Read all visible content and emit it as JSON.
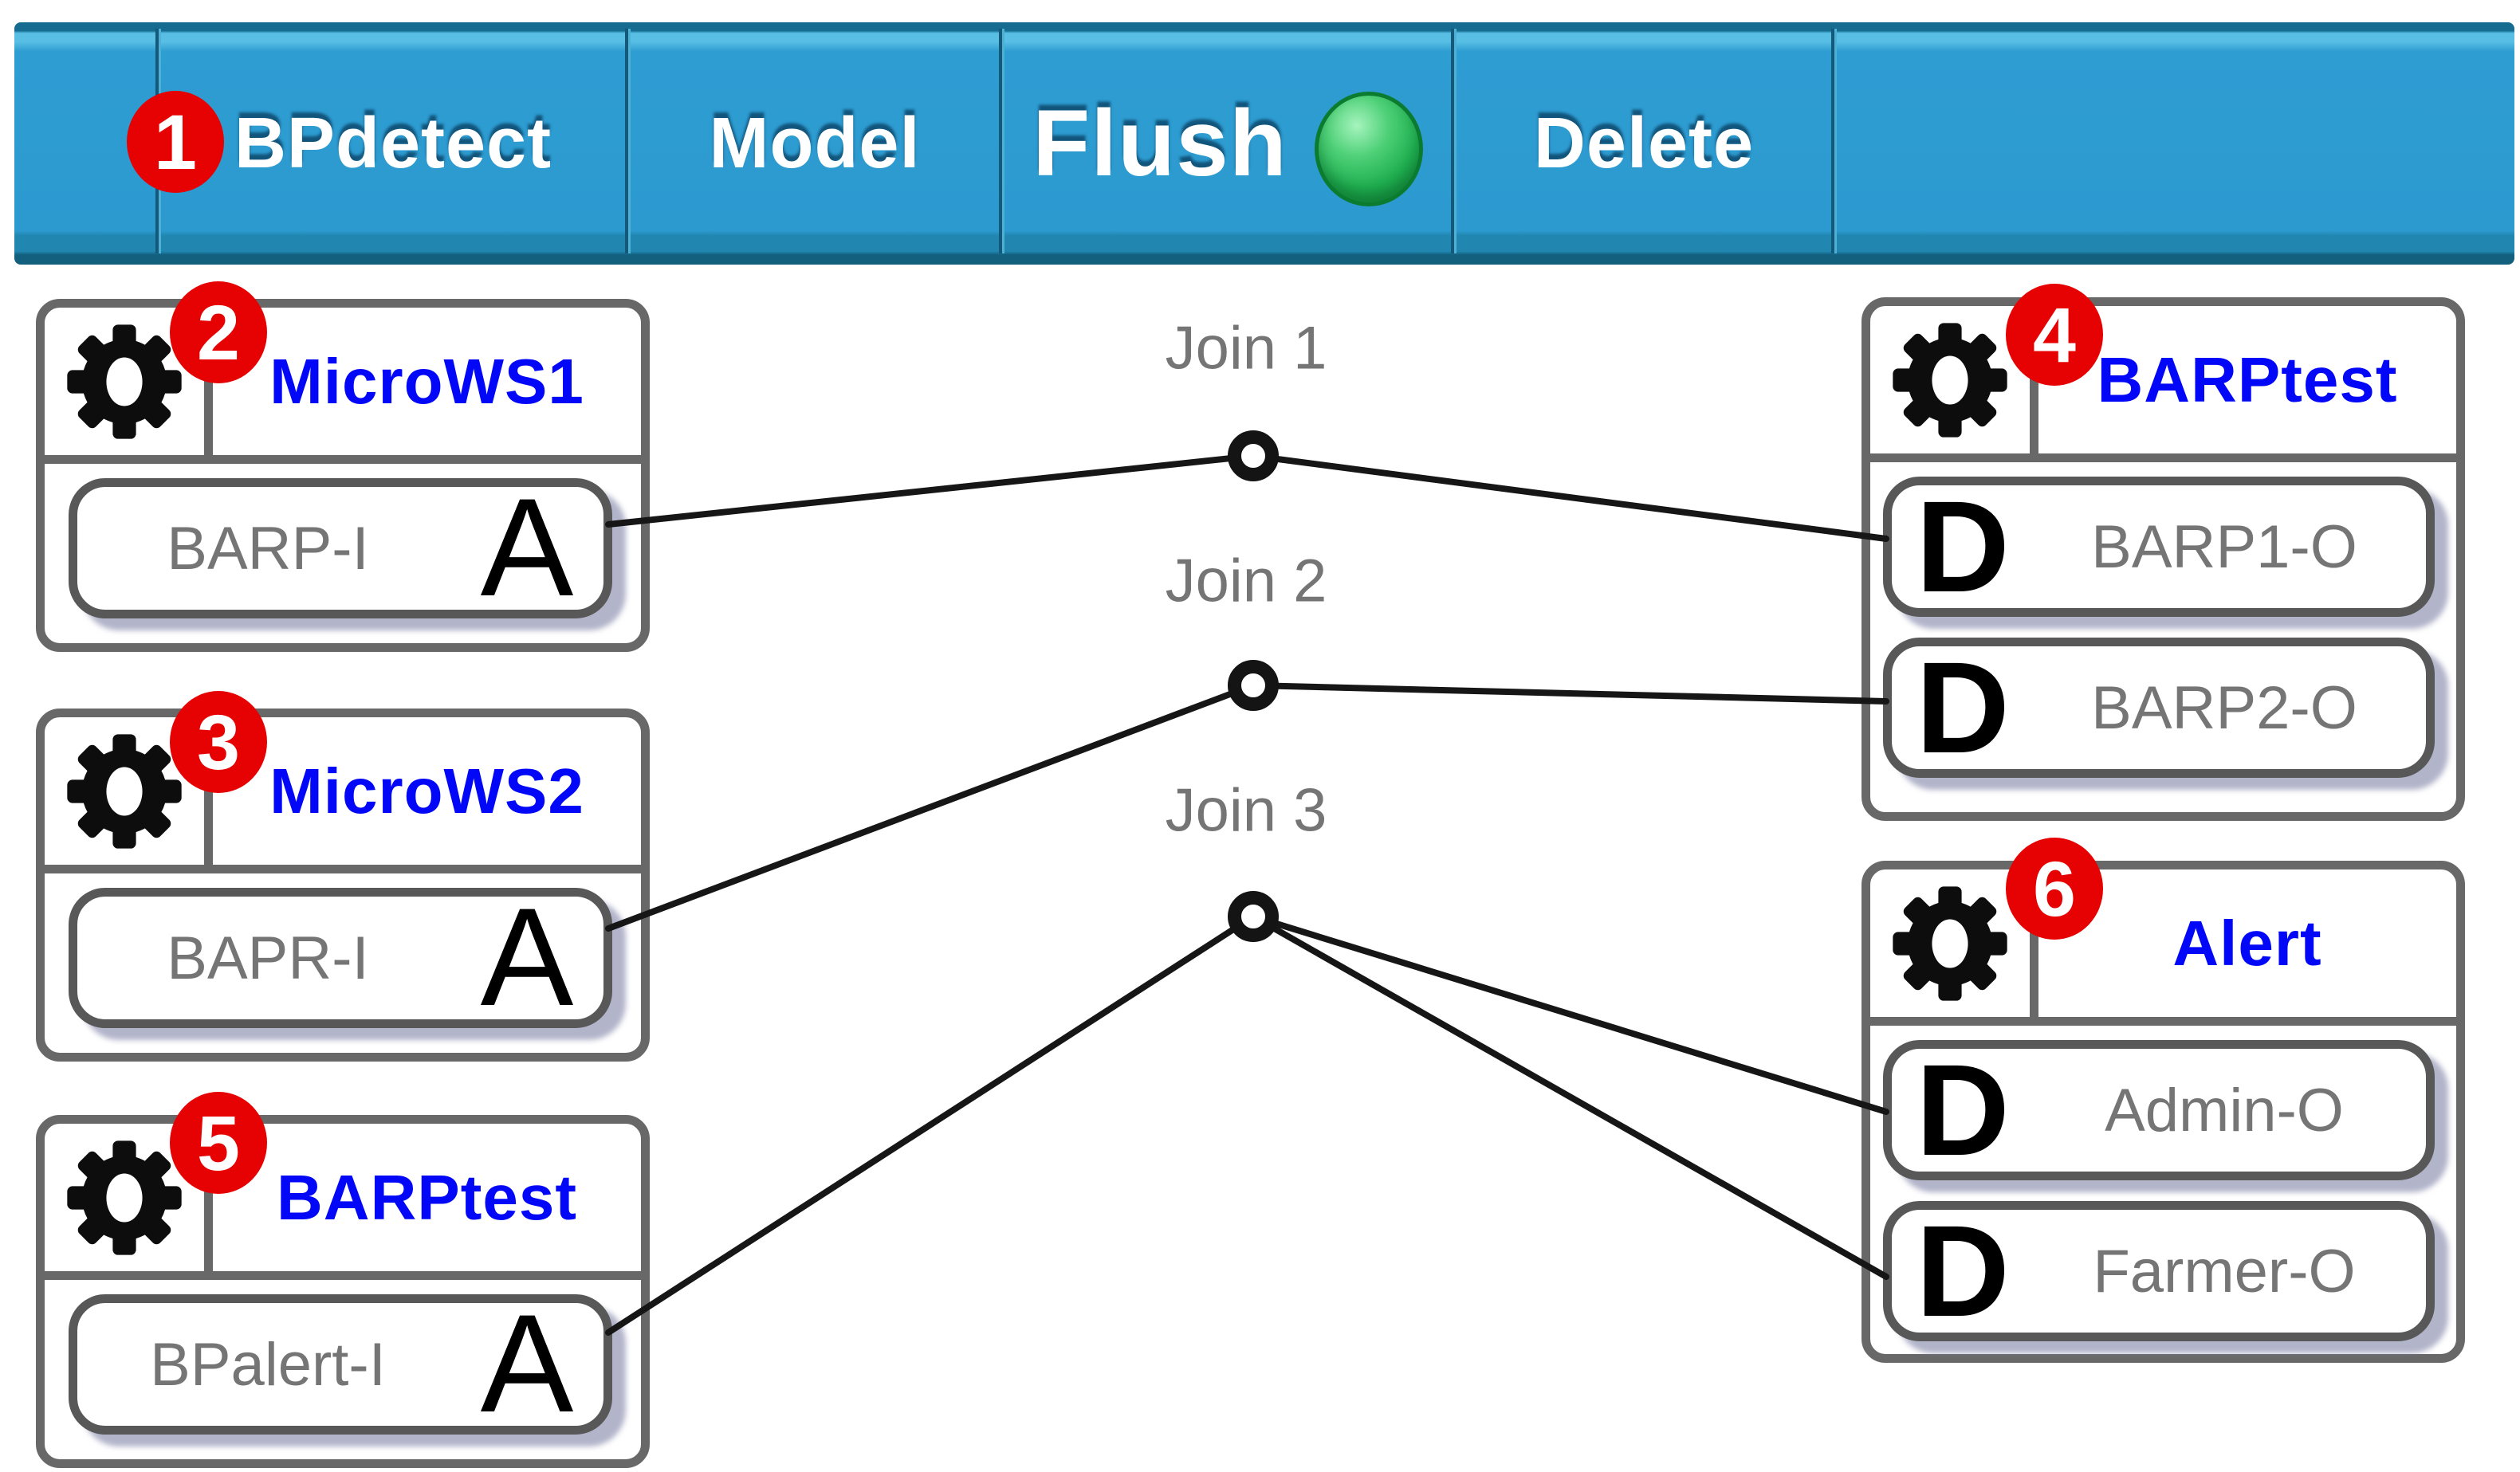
{
  "toolbar": {
    "badge": "1",
    "tabs": [
      {
        "label": "BPdetect"
      },
      {
        "label": "Model"
      },
      {
        "label": "Flush",
        "status_indicator": "green"
      },
      {
        "label": "Delete"
      }
    ]
  },
  "joins": [
    {
      "label": "Join 1"
    },
    {
      "label": "Join 2"
    },
    {
      "label": "Join 3"
    }
  ],
  "nodes": [
    {
      "badge": "2",
      "title": "MicroWS1",
      "ports": [
        {
          "letter": "A",
          "label": "BARP-I"
        }
      ]
    },
    {
      "badge": "3",
      "title": "MicroWS2",
      "ports": [
        {
          "letter": "A",
          "label": "BAPR-I"
        }
      ]
    },
    {
      "badge": "5",
      "title": "BARPtest",
      "ports": [
        {
          "letter": "A",
          "label": "BPalert-I"
        }
      ]
    },
    {
      "badge": "4",
      "title": "BARPtest",
      "ports": [
        {
          "letter": "D",
          "label": "BARP1-O"
        },
        {
          "letter": "D",
          "label": "BARP2-O"
        }
      ]
    },
    {
      "badge": "6",
      "title": "Alert",
      "ports": [
        {
          "letter": "D",
          "label": "Admin-O"
        },
        {
          "letter": "D",
          "label": "Farmer-O"
        }
      ]
    }
  ],
  "colors": {
    "toolbar_blue": "#2C9ACF",
    "toolbar_dark": "#125F7E",
    "status_green": "#21B152",
    "annotation_red": "#E60202",
    "node_title_blue": "#0207F8",
    "node_border_gray": "#686868",
    "label_gray": "#757575"
  }
}
